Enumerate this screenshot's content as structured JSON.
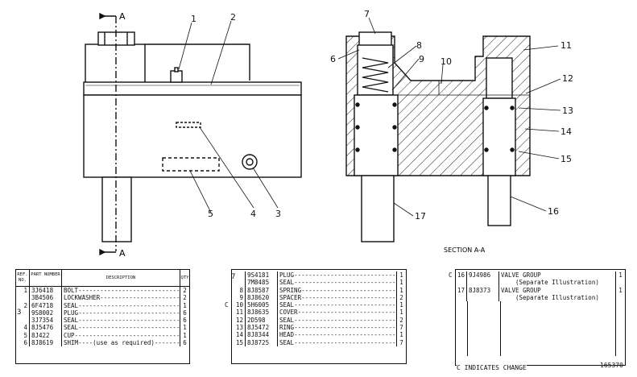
{
  "callouts": [
    "1",
    "2",
    "3",
    "4",
    "5",
    "6",
    "7",
    "8",
    "9",
    "10",
    "11",
    "12",
    "13",
    "14",
    "15",
    "16",
    "17"
  ],
  "section_markers": {
    "top": "A",
    "bottom": "A"
  },
  "section_caption": "SECTION A-A",
  "table1": {
    "headers": {
      "ref": "REF. NO.",
      "part": "PART NUMBER",
      "desc": "DESCRIPTION",
      "qty": "QTY"
    },
    "rows": [
      {
        "ref": "1",
        "part": "3J6418",
        "desc": "BOLT",
        "qty": "2"
      },
      {
        "ref": "",
        "part": "3B4506",
        "desc": "LOCKWASHER",
        "qty": "2"
      },
      {
        "ref": "2",
        "part": "6F4718",
        "desc": "SEAL",
        "qty": "1"
      },
      {
        "ref": "",
        "part": "9S8002",
        "desc": "PLUG",
        "qty": "6"
      },
      {
        "ref": "",
        "part": "3J7354",
        "desc": "SEAL",
        "qty": "6"
      },
      {
        "ref": "4",
        "part": "8J5476",
        "desc": "SEAL",
        "qty": "1"
      },
      {
        "ref": "5",
        "part": "8J422",
        "desc": "CUP",
        "qty": "1"
      },
      {
        "ref": "6",
        "part": "8J8619",
        "desc": "SHIM",
        "note": "(use as required)",
        "qty": "6"
      }
    ],
    "group_ref": "3"
  },
  "table2": {
    "rows": [
      {
        "ref": "",
        "part": "9S4181",
        "desc": "PLUG",
        "qty": "1"
      },
      {
        "ref": "",
        "part": "7M8485",
        "desc": "SEAL",
        "qty": "1"
      },
      {
        "ref": "8",
        "part": "8J8587",
        "desc": "SPRING",
        "qty": "1"
      },
      {
        "ref": "9",
        "part": "8J8620",
        "desc": "SPACER",
        "qty": "2"
      },
      {
        "ref": "10",
        "part": "5H6005",
        "desc": "SEAL",
        "qty": "1",
        "changed": "C"
      },
      {
        "ref": "11",
        "part": "8J8635",
        "desc": "COVER",
        "qty": "1"
      },
      {
        "ref": "12",
        "part": "2D598",
        "desc": "SEAL",
        "qty": "2"
      },
      {
        "ref": "13",
        "part": "8J5472",
        "desc": "RING",
        "qty": "7"
      },
      {
        "ref": "14",
        "part": "8J8344",
        "desc": "HEAD",
        "qty": "1"
      },
      {
        "ref": "15",
        "part": "8J8725",
        "desc": "SEAL",
        "qty": "7"
      }
    ],
    "group_ref": "7"
  },
  "table3": {
    "rows": [
      {
        "ref": "16",
        "part": "9J4986",
        "desc": "VALVE GROUP",
        "sub": "(Separate Illustration)",
        "qty": "1",
        "changed": "C"
      },
      {
        "ref": "17",
        "part": "8J8373",
        "desc": "VALVE GROUP",
        "sub": "(Separate Illustration)",
        "qty": "1"
      }
    ],
    "footer_note": "C INDICATES CHANGE"
  },
  "illustration_number": "165370"
}
